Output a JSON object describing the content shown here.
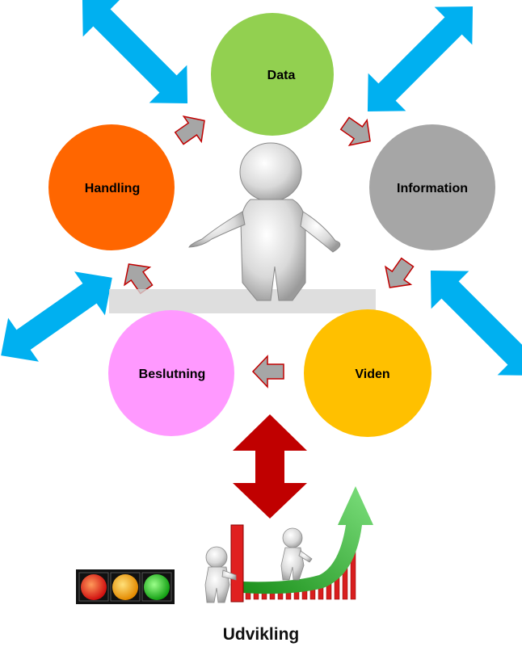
{
  "nodes": {
    "data": {
      "label": "Data",
      "color": "#92D050"
    },
    "information": {
      "label": "Information",
      "color": "#A6A6A6"
    },
    "viden": {
      "label": "Viden",
      "color": "#FFC000"
    },
    "beslutning": {
      "label": "Beslutning",
      "color": "#FF99FF"
    },
    "handling": {
      "label": "Handling",
      "color": "#FF6600"
    }
  },
  "footer": {
    "label": "Udvikling"
  },
  "colors": {
    "cycle_arrow_fill": "#A6A6A6",
    "cycle_arrow_stroke": "#C00000",
    "corner_arrow": "#00B0F0",
    "vertical_arrow": "#C00000",
    "growth_arrow": "#2DB52D",
    "bars": "#D81E1E"
  },
  "traffic_light": {
    "lights": [
      "red",
      "amber",
      "green"
    ]
  },
  "icons": {
    "central_figure": "confused-person-icon",
    "growth_scene": "people-growth-arrow-icon"
  }
}
